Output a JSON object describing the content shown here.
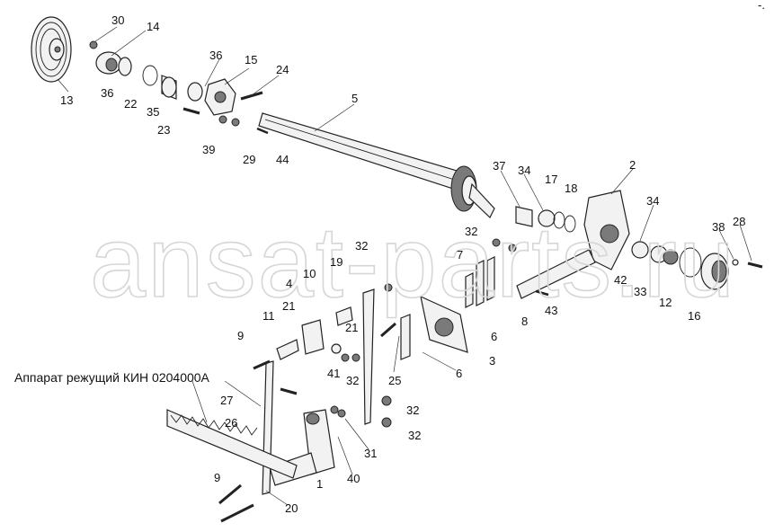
{
  "watermark": "ansat-parts.ru",
  "corner_mark": "-.",
  "caption": "Аппарат режущий КИН 0204000А",
  "callouts": {
    "c30": "30",
    "c14": "14",
    "c13": "13",
    "c36a": "36",
    "c36b": "36",
    "c15": "15",
    "c24": "24",
    "c22": "22",
    "c35": "35",
    "c23": "23",
    "c39": "39",
    "c29": "29",
    "c44": "44",
    "c5": "5",
    "c37": "37",
    "c34a": "34",
    "c17": "17",
    "c18": "18",
    "c2": "2",
    "c34b": "34",
    "c38": "38",
    "c28": "28",
    "c32a": "32",
    "c32b": "32",
    "c7": "7",
    "c19": "19",
    "c10": "10",
    "c4": "4",
    "c42": "42",
    "c33": "33",
    "c12": "12",
    "c16": "16",
    "c43": "43",
    "c8": "8",
    "c11": "11",
    "c21a": "21",
    "c21b": "21",
    "c6a": "6",
    "c9a": "9",
    "c3": "3",
    "c41": "41",
    "c32c": "32",
    "c25": "25",
    "c6b": "6",
    "c27": "27",
    "c32d": "32",
    "c26": "26",
    "c32e": "32",
    "c31": "31",
    "c40": "40",
    "c1": "1",
    "c9b": "9",
    "c20": "20"
  }
}
